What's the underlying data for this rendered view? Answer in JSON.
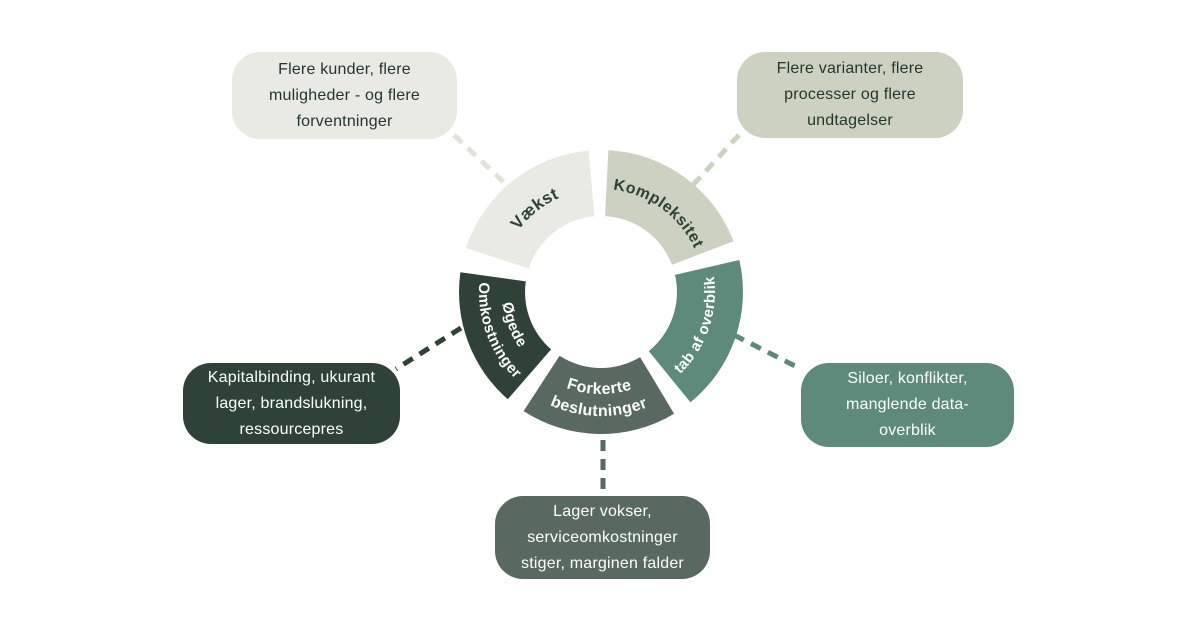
{
  "canvas": {
    "background": "#ffffff"
  },
  "segments": [
    {
      "id": "vaekst",
      "label": "Vækst",
      "color": "#e9eae3",
      "label_color": "#2e4337",
      "callout_bg": "#e9eae3",
      "callout_text_color": "#22362d",
      "callout_lines": [
        "Flere kunder, flere",
        "muligheder - og flere",
        "forventninger"
      ]
    },
    {
      "id": "kompleksitet",
      "label": "Kompleksitet",
      "color": "#cdd2c0",
      "label_color": "#2e4337",
      "callout_bg": "#cdd2c0",
      "callout_text_color": "#22362d",
      "callout_lines": [
        "Flere varianter, flere",
        "processer og flere",
        "undtagelser"
      ]
    },
    {
      "id": "tab-af-overblik",
      "label": "tab af overblik",
      "color": "#5d8a7a",
      "label_color": "#ffffff",
      "callout_bg": "#5d8a7a",
      "callout_text_color": "#ffffff",
      "callout_lines": [
        "Siloer, konflikter,",
        "manglende data-",
        "overblik"
      ]
    },
    {
      "id": "forkerte-beslutninger",
      "label_lines": [
        "Forkerte",
        "beslutninger"
      ],
      "color": "#576961",
      "label_color": "#ffffff",
      "callout_bg": "#576961",
      "callout_text_color": "#ffffff",
      "callout_lines": [
        "Lager vokser,",
        "serviceomkostninger",
        "stiger, marginen falder"
      ]
    },
    {
      "id": "ogede-omkostninger",
      "label_lines": [
        "Øgede",
        "Omkostninger"
      ],
      "color": "#2e4237",
      "label_color": "#ffffff",
      "callout_bg": "#2e4237",
      "callout_text_color": "#ffffff",
      "callout_lines": [
        "Kapitalbinding, ukurant",
        "lager, brandslukning,",
        "ressourcepres"
      ]
    }
  ],
  "connectors": [
    {
      "color": "#e0e4d7"
    },
    {
      "color": "#cdd3c1"
    },
    {
      "color": "#5d8a7a"
    },
    {
      "color": "#576961"
    },
    {
      "color": "#2e4237"
    }
  ]
}
